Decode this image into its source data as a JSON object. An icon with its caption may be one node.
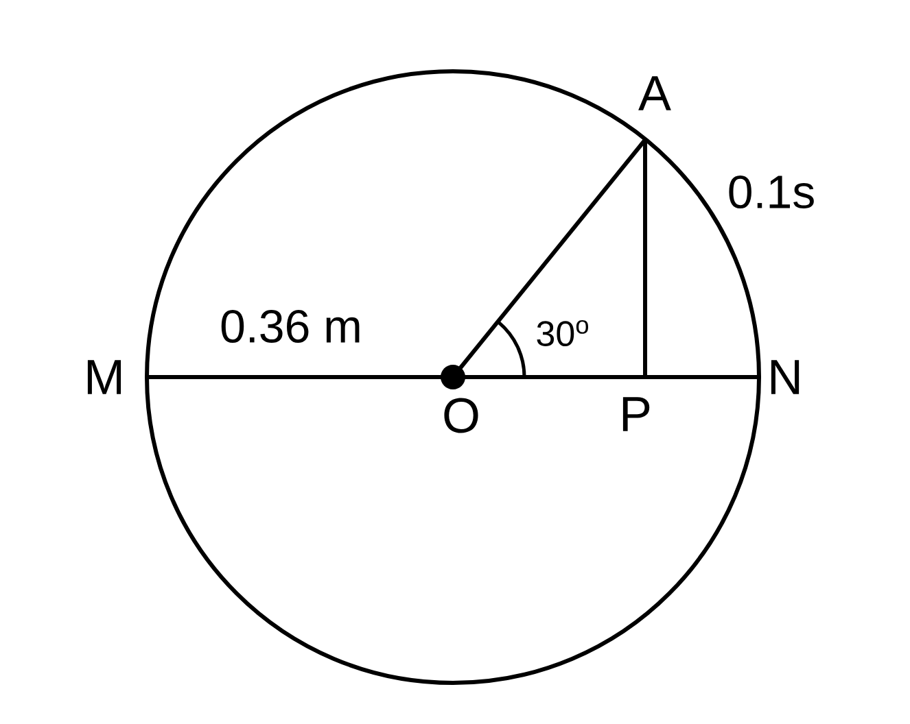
{
  "diagram": {
    "nodes": [
      {
        "text": [
          "A"
        ]
      },
      {
        "text": [
          "M"
        ]
      },
      {
        "text": [
          "O"
        ]
      },
      {
        "text": [
          "P"
        ]
      },
      {
        "text": [
          "N"
        ]
      }
    ],
    "edges": [
      {
        "from": 1,
        "to": 2,
        "arrow": "none"
      },
      {
        "from": 2,
        "to": 3,
        "arrow": "none"
      },
      {
        "from": 3,
        "to": 4,
        "arrow": "none"
      },
      {
        "from": 2,
        "to": 0,
        "arrow": "none"
      },
      {
        "from": 0,
        "to": 3,
        "arrow": "none"
      }
    ],
    "labels": [
      "0.1s",
      "0.36 m",
      "30$^{o}$"
    ]
  }
}
